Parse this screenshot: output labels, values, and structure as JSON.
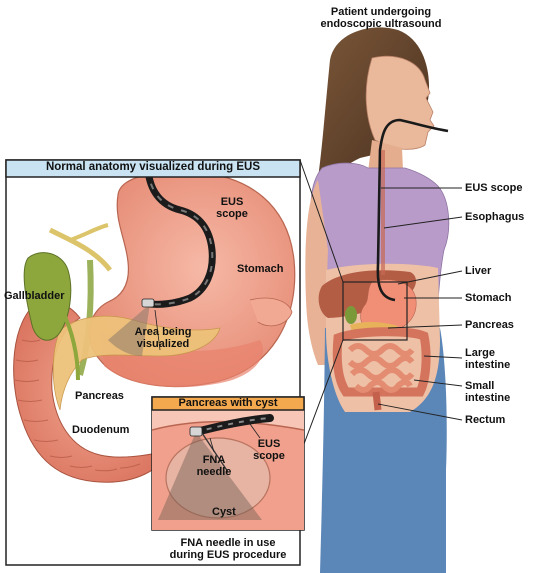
{
  "patient_caption": [
    "Patient undergoing",
    "endoscopic ultrasound"
  ],
  "main_box_title": "Normal anatomy visualized during EUS",
  "inset_title": "Pancreas with cyst",
  "inset_caption": [
    "FNA needle in use",
    "during EUS procedure"
  ],
  "main_labels": {
    "eus_scope": [
      "EUS",
      "scope"
    ],
    "stomach": "Stomach",
    "gallbladder": "Gallbladder",
    "area": [
      "Area being",
      "visualized"
    ],
    "pancreas": "Pancreas",
    "duodenum": "Duodenum"
  },
  "inset_labels": {
    "eus_scope": [
      "EUS",
      "scope"
    ],
    "fna_needle": [
      "FNA",
      "needle"
    ],
    "cyst": "Cyst"
  },
  "body_labels": {
    "eus_scope": "EUS scope",
    "esophagus": "Esophagus",
    "liver": "Liver",
    "stomach": "Stomach",
    "pancreas": "Pancreas",
    "large_intestine": [
      "Large",
      "intestine"
    ],
    "small_intestine": [
      "Small",
      "intestine"
    ],
    "rectum": "Rectum"
  },
  "colors": {
    "box_header": "#c9e3f2",
    "inset_header": "#f4a94e",
    "stomach": "#f0a08c",
    "skin": "#e8b597",
    "shirt": "#b79cc6",
    "jeans": "#5b86b8"
  }
}
